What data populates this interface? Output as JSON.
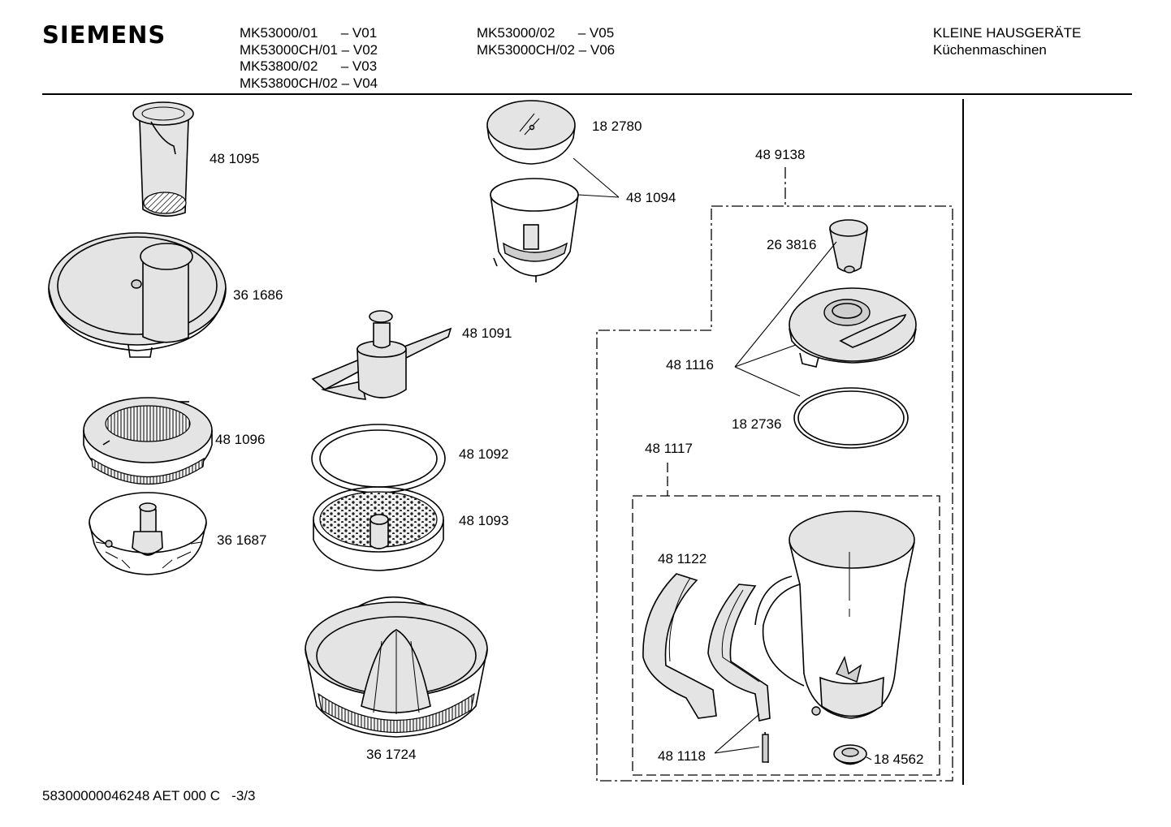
{
  "header": {
    "brand": "SIEMENS",
    "models_left": [
      "MK53000/01      – V01",
      "MK53000CH/01 – V02",
      "MK53800/02      – V03",
      "MK53800CH/02 – V04"
    ],
    "models_right": [
      "MK53000/02      – V05",
      "MK53000CH/02 – V06"
    ],
    "category": "KLEINE HAUSGERÄTE",
    "subcategory": "Küchenmaschinen"
  },
  "parts": {
    "p481095": "48 1095",
    "p361686": "36 1686",
    "p481096": "48 1096",
    "p361687": "36 1687",
    "p182780": "18 2780",
    "p481094": "48 1094",
    "p481091": "48 1091",
    "p481092": "48 1092",
    "p481093": "48 1093",
    "p361724": "36 1724",
    "p489138": "48 9138",
    "p263816": "26 3816",
    "p481116": "48 1116",
    "p182736": "18 2736",
    "p481117": "48 1117",
    "p481122": "48 1122",
    "p481118": "48 1118",
    "p184562": "18 4562"
  },
  "footer": {
    "doc_id": "58300000046248 AET 000 C   -3/3"
  }
}
